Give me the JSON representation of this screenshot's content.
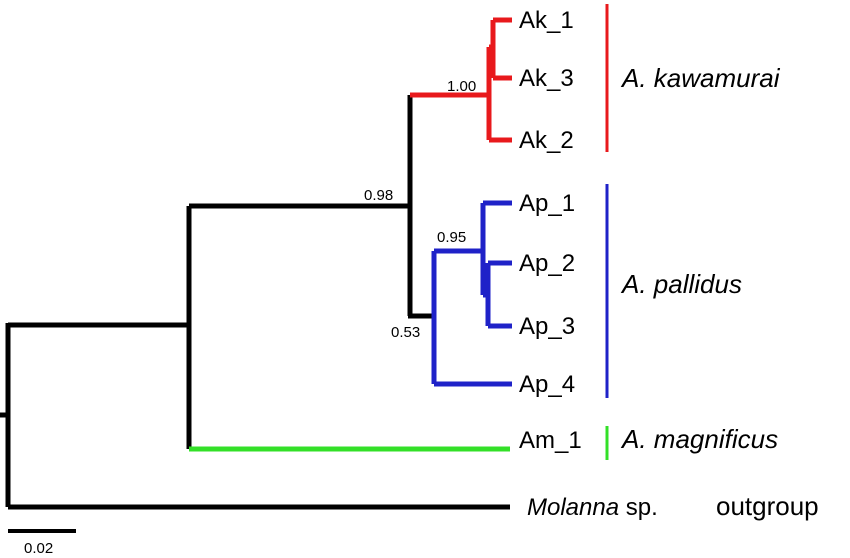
{
  "colors": {
    "black": "#000000",
    "kawamurai": "#e8191c",
    "pallidus": "#1f22c8",
    "magnificus": "#33e028"
  },
  "leaves": {
    "ak1": "Ak_1",
    "ak3": "Ak_3",
    "ak2": "Ak_2",
    "ap1": "Ap_1",
    "ap2": "Ap_2",
    "ap3": "Ap_3",
    "ap4": "Ap_4",
    "am1": "Am_1",
    "molanna_genus": "Molanna",
    "molanna_sp": " sp."
  },
  "clades": {
    "kawamurai": "A. kawamurai",
    "pallidus": "A. pallidus",
    "magnificus": "A. magnificus",
    "outgroup": "outgroup"
  },
  "support": {
    "kawamurai_node": "1.00",
    "ingroup_node": "0.98",
    "pallidus_inner": "0.95",
    "pallidus_node": "0.53"
  },
  "scale": {
    "label": "0.02"
  }
}
